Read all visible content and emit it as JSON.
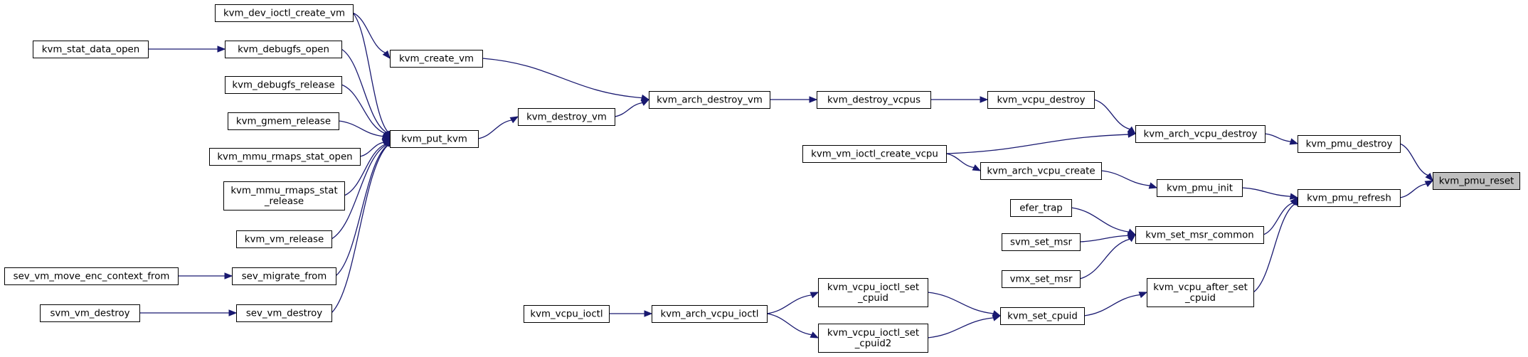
{
  "graph": {
    "nodes": [
      {
        "id": "kvm_pmu_reset",
        "lines": [
          "kvm_pmu_reset"
        ],
        "root": true
      },
      {
        "id": "kvm_pmu_destroy",
        "lines": [
          "kvm_pmu_destroy"
        ]
      },
      {
        "id": "kvm_pmu_refresh",
        "lines": [
          "kvm_pmu_refresh"
        ]
      },
      {
        "id": "kvm_arch_vcpu_destroy",
        "lines": [
          "kvm_arch_vcpu_destroy"
        ]
      },
      {
        "id": "kvm_pmu_init",
        "lines": [
          "kvm_pmu_init"
        ]
      },
      {
        "id": "kvm_set_msr_common",
        "lines": [
          "kvm_set_msr_common"
        ]
      },
      {
        "id": "kvm_vcpu_after_set_cpuid",
        "lines": [
          "kvm_vcpu_after_set",
          "_cpuid"
        ]
      },
      {
        "id": "kvm_vcpu_destroy",
        "lines": [
          "kvm_vcpu_destroy"
        ]
      },
      {
        "id": "kvm_vm_ioctl_create_vcpu",
        "lines": [
          "kvm_vm_ioctl_create_vcpu"
        ]
      },
      {
        "id": "kvm_arch_vcpu_create",
        "lines": [
          "kvm_arch_vcpu_create"
        ]
      },
      {
        "id": "efer_trap",
        "lines": [
          "efer_trap"
        ]
      },
      {
        "id": "svm_set_msr",
        "lines": [
          "svm_set_msr"
        ]
      },
      {
        "id": "vmx_set_msr",
        "lines": [
          "vmx_set_msr"
        ]
      },
      {
        "id": "kvm_set_cpuid",
        "lines": [
          "kvm_set_cpuid"
        ]
      },
      {
        "id": "kvm_destroy_vcpus",
        "lines": [
          "kvm_destroy_vcpus"
        ]
      },
      {
        "id": "kvm_vcpu_ioctl_set_cpuid",
        "lines": [
          "kvm_vcpu_ioctl_set",
          "_cpuid"
        ]
      },
      {
        "id": "kvm_vcpu_ioctl_set_cpuid2",
        "lines": [
          "kvm_vcpu_ioctl_set",
          "_cpuid2"
        ]
      },
      {
        "id": "kvm_arch_destroy_vm",
        "lines": [
          "kvm_arch_destroy_vm"
        ]
      },
      {
        "id": "kvm_arch_vcpu_ioctl",
        "lines": [
          "kvm_arch_vcpu_ioctl"
        ]
      },
      {
        "id": "kvm_create_vm",
        "lines": [
          "kvm_create_vm"
        ]
      },
      {
        "id": "kvm_destroy_vm",
        "lines": [
          "kvm_destroy_vm"
        ]
      },
      {
        "id": "kvm_vcpu_ioctl",
        "lines": [
          "kvm_vcpu_ioctl"
        ]
      },
      {
        "id": "kvm_dev_ioctl_create_vm",
        "lines": [
          "kvm_dev_ioctl_create_vm"
        ]
      },
      {
        "id": "kvm_put_kvm",
        "lines": [
          "kvm_put_kvm"
        ]
      },
      {
        "id": "kvm_debugfs_open",
        "lines": [
          "kvm_debugfs_open"
        ]
      },
      {
        "id": "kvm_debugfs_release",
        "lines": [
          "kvm_debugfs_release"
        ]
      },
      {
        "id": "kvm_gmem_release",
        "lines": [
          "kvm_gmem_release"
        ]
      },
      {
        "id": "kvm_mmu_rmaps_stat_open",
        "lines": [
          "kvm_mmu_rmaps_stat_open"
        ]
      },
      {
        "id": "kvm_mmu_rmaps_stat_release",
        "lines": [
          "kvm_mmu_rmaps_stat",
          "_release"
        ]
      },
      {
        "id": "kvm_vm_release",
        "lines": [
          "kvm_vm_release"
        ]
      },
      {
        "id": "sev_migrate_from",
        "lines": [
          "sev_migrate_from"
        ]
      },
      {
        "id": "sev_vm_destroy",
        "lines": [
          "sev_vm_destroy"
        ]
      },
      {
        "id": "kvm_stat_data_open",
        "lines": [
          "kvm_stat_data_open"
        ]
      },
      {
        "id": "sev_vm_move_enc_context_from",
        "lines": [
          "sev_vm_move_enc_context_from"
        ]
      },
      {
        "id": "svm_vm_destroy",
        "lines": [
          "svm_vm_destroy"
        ]
      }
    ],
    "edges": [
      {
        "from": "kvm_pmu_destroy",
        "to": "kvm_pmu_reset"
      },
      {
        "from": "kvm_pmu_refresh",
        "to": "kvm_pmu_reset"
      },
      {
        "from": "kvm_arch_vcpu_destroy",
        "to": "kvm_pmu_destroy"
      },
      {
        "from": "kvm_pmu_init",
        "to": "kvm_pmu_refresh"
      },
      {
        "from": "kvm_set_msr_common",
        "to": "kvm_pmu_refresh"
      },
      {
        "from": "kvm_vcpu_after_set_cpuid",
        "to": "kvm_pmu_refresh"
      },
      {
        "from": "kvm_vcpu_destroy",
        "to": "kvm_arch_vcpu_destroy"
      },
      {
        "from": "kvm_vm_ioctl_create_vcpu",
        "to": "kvm_arch_vcpu_destroy"
      },
      {
        "from": "kvm_arch_vcpu_create",
        "to": "kvm_pmu_init"
      },
      {
        "from": "efer_trap",
        "to": "kvm_set_msr_common"
      },
      {
        "from": "svm_set_msr",
        "to": "kvm_set_msr_common"
      },
      {
        "from": "vmx_set_msr",
        "to": "kvm_set_msr_common"
      },
      {
        "from": "kvm_set_cpuid",
        "to": "kvm_vcpu_after_set_cpuid"
      },
      {
        "from": "kvm_destroy_vcpus",
        "to": "kvm_vcpu_destroy"
      },
      {
        "from": "kvm_vm_ioctl_create_vcpu",
        "to": "kvm_arch_vcpu_create"
      },
      {
        "from": "kvm_vcpu_ioctl_set_cpuid",
        "to": "kvm_set_cpuid"
      },
      {
        "from": "kvm_vcpu_ioctl_set_cpuid2",
        "to": "kvm_set_cpuid"
      },
      {
        "from": "kvm_arch_destroy_vm",
        "to": "kvm_destroy_vcpus"
      },
      {
        "from": "kvm_arch_vcpu_ioctl",
        "to": "kvm_vcpu_ioctl_set_cpuid"
      },
      {
        "from": "kvm_arch_vcpu_ioctl",
        "to": "kvm_vcpu_ioctl_set_cpuid2"
      },
      {
        "from": "kvm_create_vm",
        "to": "kvm_arch_destroy_vm"
      },
      {
        "from": "kvm_destroy_vm",
        "to": "kvm_arch_destroy_vm"
      },
      {
        "from": "kvm_vcpu_ioctl",
        "to": "kvm_arch_vcpu_ioctl"
      },
      {
        "from": "kvm_dev_ioctl_create_vm",
        "to": "kvm_create_vm"
      },
      {
        "from": "kvm_put_kvm",
        "to": "kvm_destroy_vm"
      },
      {
        "from": "kvm_dev_ioctl_create_vm",
        "to": "kvm_put_kvm"
      },
      {
        "from": "kvm_debugfs_open",
        "to": "kvm_put_kvm"
      },
      {
        "from": "kvm_debugfs_release",
        "to": "kvm_put_kvm"
      },
      {
        "from": "kvm_gmem_release",
        "to": "kvm_put_kvm"
      },
      {
        "from": "kvm_mmu_rmaps_stat_open",
        "to": "kvm_put_kvm"
      },
      {
        "from": "kvm_mmu_rmaps_stat_release",
        "to": "kvm_put_kvm"
      },
      {
        "from": "kvm_vm_release",
        "to": "kvm_put_kvm"
      },
      {
        "from": "sev_migrate_from",
        "to": "kvm_put_kvm"
      },
      {
        "from": "sev_vm_destroy",
        "to": "kvm_put_kvm"
      },
      {
        "from": "kvm_stat_data_open",
        "to": "kvm_debugfs_open"
      },
      {
        "from": "sev_vm_move_enc_context_from",
        "to": "sev_migrate_from"
      },
      {
        "from": "svm_vm_destroy",
        "to": "sev_vm_destroy"
      }
    ]
  }
}
